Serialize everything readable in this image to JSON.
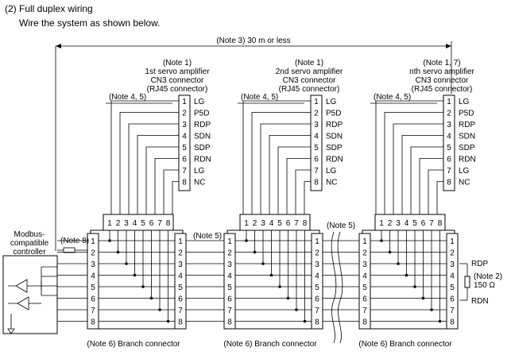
{
  "heading": {
    "section": "(2)  Full duplex wiring",
    "instruction": "Wire the system as shown below."
  },
  "distance_label": "(Note 3) 30 m or less",
  "amplifiers": [
    {
      "note": "(Note 1)",
      "name": "1st servo amplifier",
      "connector": "CN3 connector",
      "type": "(RJ45 connector)"
    },
    {
      "note": "(Note 1)",
      "name": "2nd servo amplifier",
      "connector": "CN3 connector",
      "type": "(RJ45 connector)"
    },
    {
      "note": "(Note 1, 7)",
      "name": "nth servo amplifier",
      "connector": "CN3 connector",
      "type": "(RJ45 connector)"
    }
  ],
  "cable_note": "(Note 4, 5)",
  "pins": [
    {
      "num": "1",
      "signal": "LG"
    },
    {
      "num": "2",
      "signal": "P5D"
    },
    {
      "num": "3",
      "signal": "RDP"
    },
    {
      "num": "4",
      "signal": "SDN"
    },
    {
      "num": "5",
      "signal": "SDP"
    },
    {
      "num": "6",
      "signal": "RDN"
    },
    {
      "num": "7",
      "signal": "LG"
    },
    {
      "num": "8",
      "signal": "NC"
    }
  ],
  "branch_pins": [
    "1",
    "2",
    "3",
    "4",
    "5",
    "6",
    "7",
    "8"
  ],
  "branch_label": "(Note 6) Branch connector",
  "controller": {
    "line1": "Modbus-",
    "line2": "compatible",
    "line3": "controller"
  },
  "note8": "(Note 8)",
  "note5": "(Note 5)",
  "terminator": {
    "top": "RDP",
    "note": "(Note 2)",
    "value": "150 Ω",
    "bottom": "RDN"
  }
}
